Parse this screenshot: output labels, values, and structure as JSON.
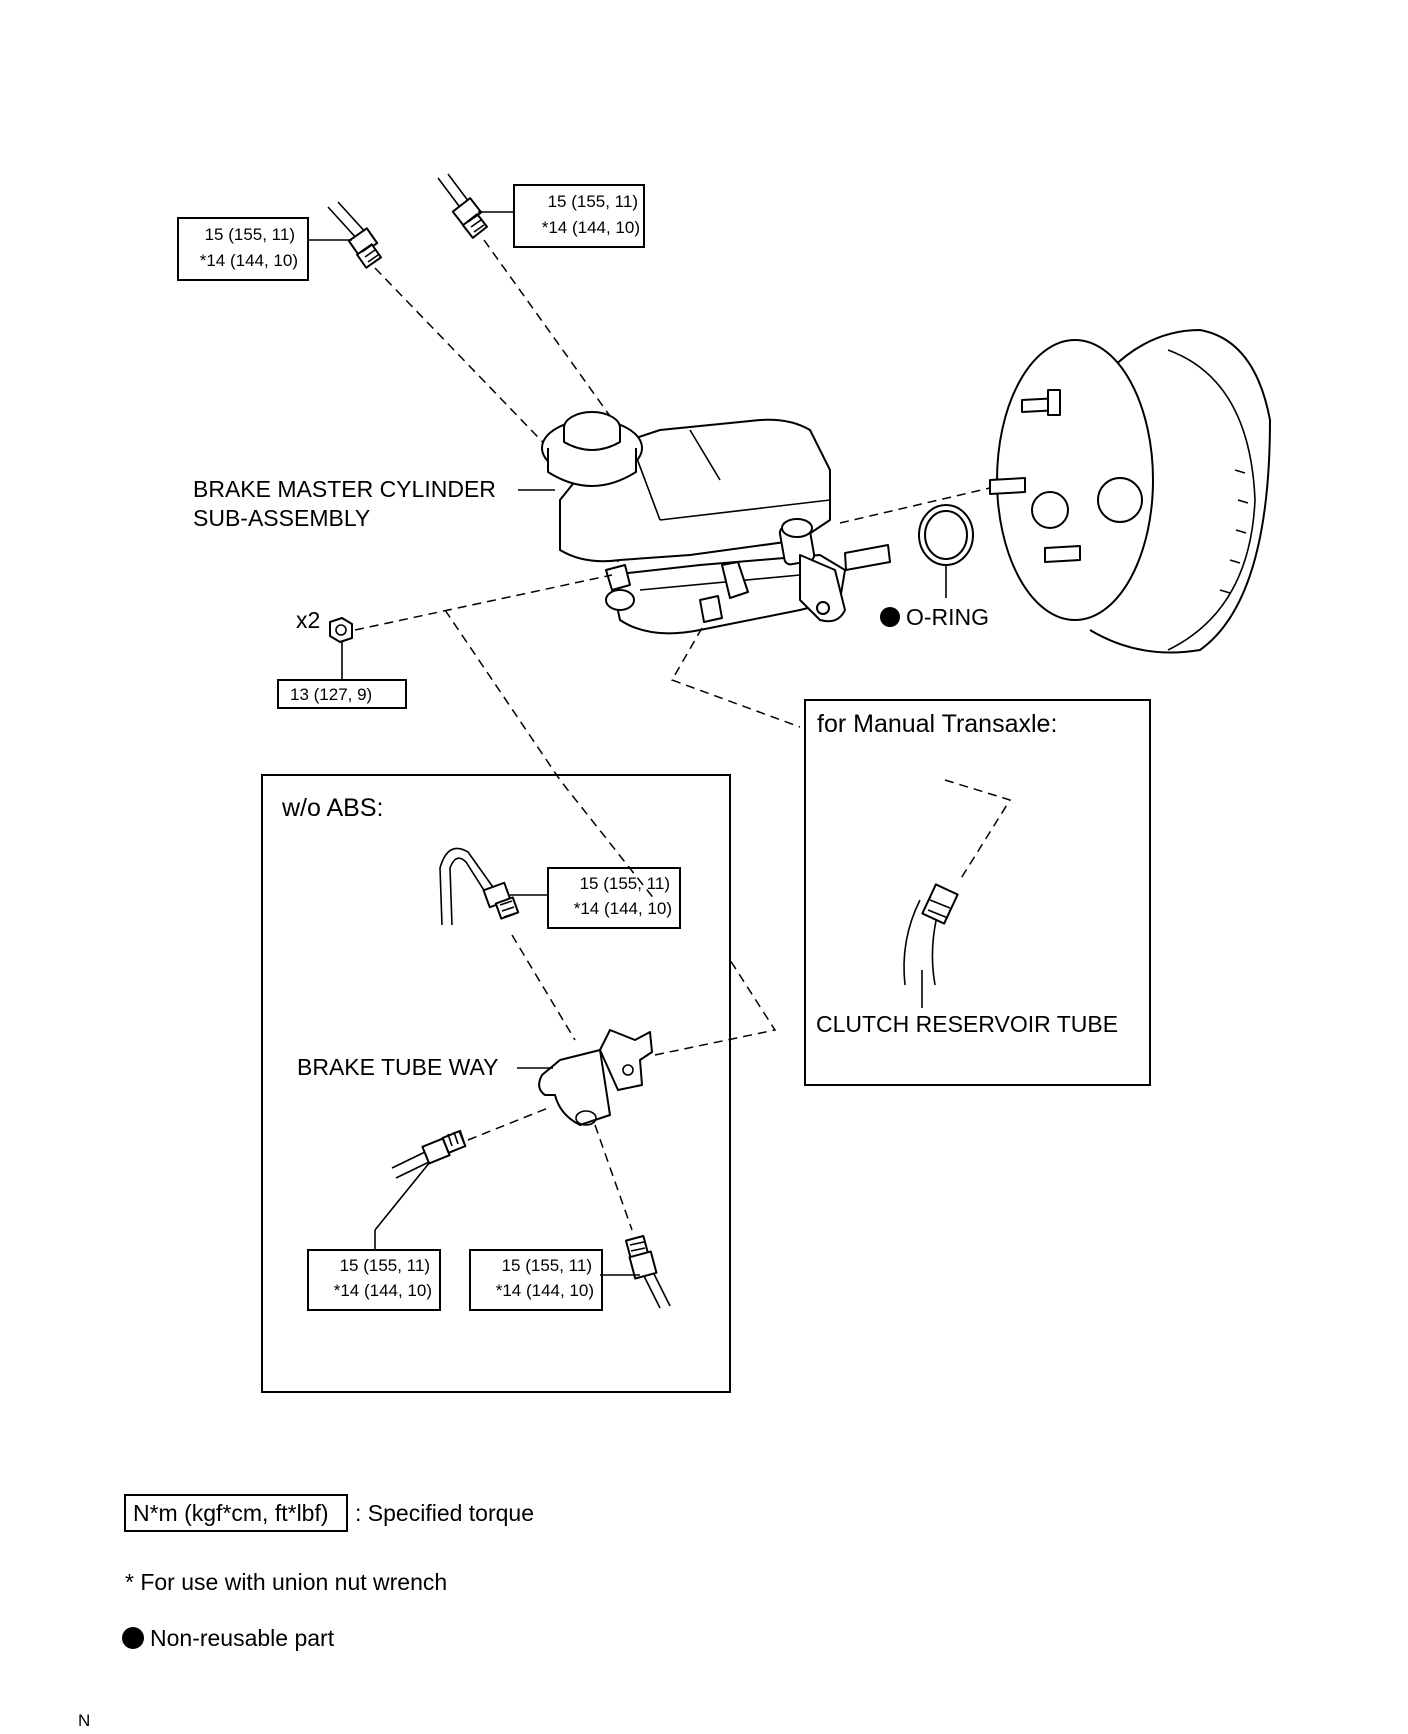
{
  "torque": {
    "top_left": {
      "line1": "15 (155, 11)",
      "line2": "*14 (144, 10)"
    },
    "top_mid": {
      "line1": "15 (155, 11)",
      "line2": "*14 (144, 10)"
    },
    "nut": "13 (127, 9)",
    "abs_upper": {
      "line1": "15 (155, 11)",
      "line2": "*14 (144, 10)"
    },
    "abs_lower_left": {
      "line1": "15 (155, 11)",
      "line2": "*14 (144, 10)"
    },
    "abs_lower_right": {
      "line1": "15 (155, 11)",
      "line2": "*14 (144, 10)"
    }
  },
  "labels": {
    "master_cylinder_line1": "BRAKE MASTER CYLINDER",
    "master_cylinder_line2": "SUB-ASSEMBLY",
    "o_ring": "O-RING",
    "qty": "x2",
    "wo_abs": "w/o ABS:",
    "brake_tube_way": "BRAKE TUBE WAY",
    "manual_transaxle": "for Manual Transaxle:",
    "clutch_reservoir_tube": "CLUTCH RESERVOIR TUBE"
  },
  "legend": {
    "torque_unit": "N*m (kgf*cm, ft*lbf)",
    "torque_desc": ": Specified torque",
    "asterisk_note": "* For use with union nut wrench",
    "non_reusable": "Non-reusable part"
  },
  "footer": {
    "code": "N"
  }
}
